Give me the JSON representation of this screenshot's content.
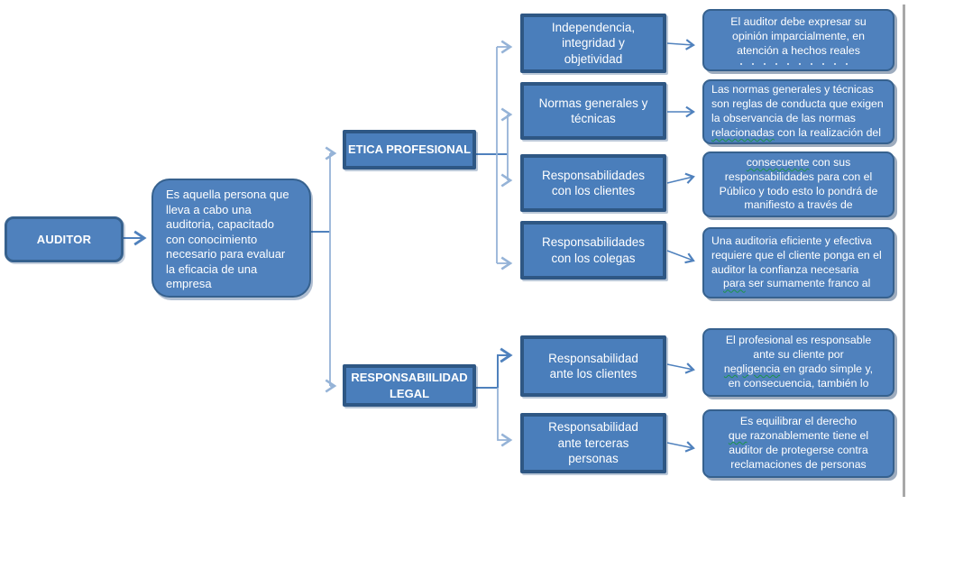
{
  "colors": {
    "box_fill": "#4f81bd",
    "box_border_thin": "#36618e",
    "box_border_thick": "#2e5784",
    "connector_dark": "#4f81bd",
    "connector_light": "#95b3d7",
    "page_edge_gray": "#a8a8a8",
    "squiggle_green": "#1d9348",
    "text": "#ffffff"
  },
  "nodes": {
    "auditor": {
      "label": "AUDITOR"
    },
    "definition": {
      "lines": [
        "Es aquella persona que",
        "lleva a cabo una",
        "auditoria, capacitado",
        "con conocimiento",
        "necesario para evaluar",
        "la eficacia de una",
        "empresa"
      ]
    },
    "etica": {
      "label": "ETICA PROFESIONAL"
    },
    "legal": {
      "lines": [
        "RESPONSABIILIDAD",
        "LEGAL"
      ]
    },
    "topics": [
      {
        "lines": [
          "Independencia,",
          "integridad y",
          "objetividad"
        ]
      },
      {
        "lines": [
          "Normas generales y",
          "técnicas"
        ]
      },
      {
        "lines": [
          "Responsabilidades",
          "con los clientes"
        ]
      },
      {
        "lines": [
          "Responsabilidades",
          "con los colegas"
        ]
      },
      {
        "lines": [
          "Responsabilidad",
          "ante los clientes"
        ]
      },
      {
        "lines": [
          "Responsabilidad",
          "ante terceras",
          "personas"
        ]
      }
    ],
    "details": [
      {
        "lines": [
          "El auditor debe expresar su",
          "opinión imparcialmente, en",
          "atención a hechos reales"
        ]
      },
      {
        "lines": [
          "Las normas generales y técnicas",
          "son reglas de conducta que exigen",
          "la observancia de las normas",
          "relacionadas con la realización del"
        ],
        "misspelled": "relacionadas"
      },
      {
        "lines": [
          "consecuente con sus",
          "responsabilidades para con el",
          "Público y todo esto lo pondrá de",
          "manifiesto a través de"
        ],
        "misspelled": "consecuente"
      },
      {
        "lines": [
          "Una auditoria eficiente y efectiva",
          "requiere que el cliente ponga en el",
          "auditor la confianza necesaria",
          "para ser sumamente franco al"
        ],
        "misspelled": "para"
      },
      {
        "lines": [
          "El profesional es responsable",
          "ante su cliente por",
          "negligencia en grado simple y,",
          "en consecuencia, también lo"
        ],
        "misspelled": "negligencia"
      },
      {
        "lines": [
          "Es equilibrar el derecho",
          "que razonablemente tiene el",
          "auditor de protegerse contra",
          "reclamaciones de personas"
        ],
        "misspelled": "que"
      }
    ]
  }
}
